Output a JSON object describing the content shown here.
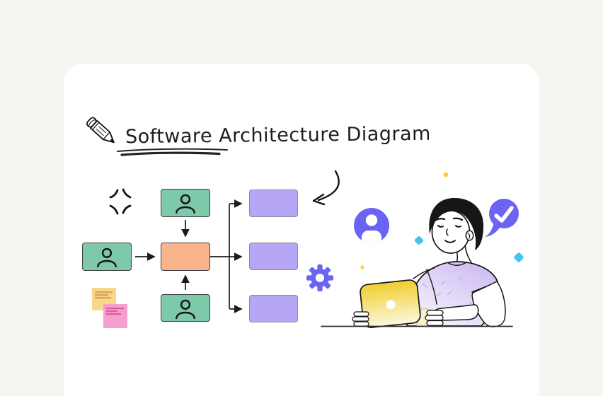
{
  "page": {
    "background": "#f4f7ef",
    "card_color": "#ffffff"
  },
  "header": {
    "title": "Software Architecture Diagram",
    "icon": "pencil-icon"
  },
  "colors": {
    "ink": "#1c1c1c",
    "node_user_fill": "#7fc9ab",
    "node_process_fill": "#f9b48c",
    "node_output_fill": "#b7a5f5",
    "accent_purple": "#6b63f1",
    "accent_yellow": "#ffcf26",
    "accent_cyan": "#41c3f1",
    "sticky_yellow": "#f8d78a",
    "sticky_pink": "#f49fcd",
    "laptop_yellow": "#f2d134",
    "shirt_lavender": "#cbb9f2"
  },
  "flowchart": {
    "nodes": [
      {
        "id": "user-top",
        "kind": "user",
        "icon": "person-icon",
        "fill": "#7fc9ab"
      },
      {
        "id": "user-left",
        "kind": "user",
        "icon": "person-icon",
        "fill": "#7fc9ab"
      },
      {
        "id": "process-center",
        "kind": "process",
        "fill": "#f9b48c"
      },
      {
        "id": "user-bottom",
        "kind": "user",
        "icon": "person-icon",
        "fill": "#7fc9ab"
      },
      {
        "id": "output-top",
        "kind": "output",
        "fill": "#b7a5f5"
      },
      {
        "id": "output-middle",
        "kind": "output",
        "fill": "#b7a5f5"
      },
      {
        "id": "output-bottom",
        "kind": "output",
        "fill": "#b7a5f5"
      }
    ],
    "edges": [
      {
        "from": "user-top",
        "to": "process-center"
      },
      {
        "from": "user-left",
        "to": "process-center"
      },
      {
        "from": "user-bottom",
        "to": "process-center"
      },
      {
        "from": "process-center",
        "to": "output-top"
      },
      {
        "from": "process-center",
        "to": "output-middle"
      },
      {
        "from": "process-center",
        "to": "output-bottom"
      }
    ]
  },
  "annotations": {
    "sticky_notes": [
      {
        "id": "yellow-note"
      },
      {
        "id": "pink-note"
      }
    ],
    "marks": [
      "anger-mark-icon",
      "curved-arrow-icon"
    ]
  },
  "illustration": {
    "badges": [
      "user-avatar-icon",
      "chat-check-icon",
      "gear-icon"
    ],
    "sparkles": [
      {
        "shape": "dot",
        "color": "#ffcf26"
      },
      {
        "shape": "dot",
        "color": "#ffcf26"
      },
      {
        "shape": "diamond",
        "color": "#41c3f1"
      },
      {
        "shape": "diamond",
        "color": "#41c3f1"
      }
    ],
    "scene": "person-with-laptop"
  }
}
